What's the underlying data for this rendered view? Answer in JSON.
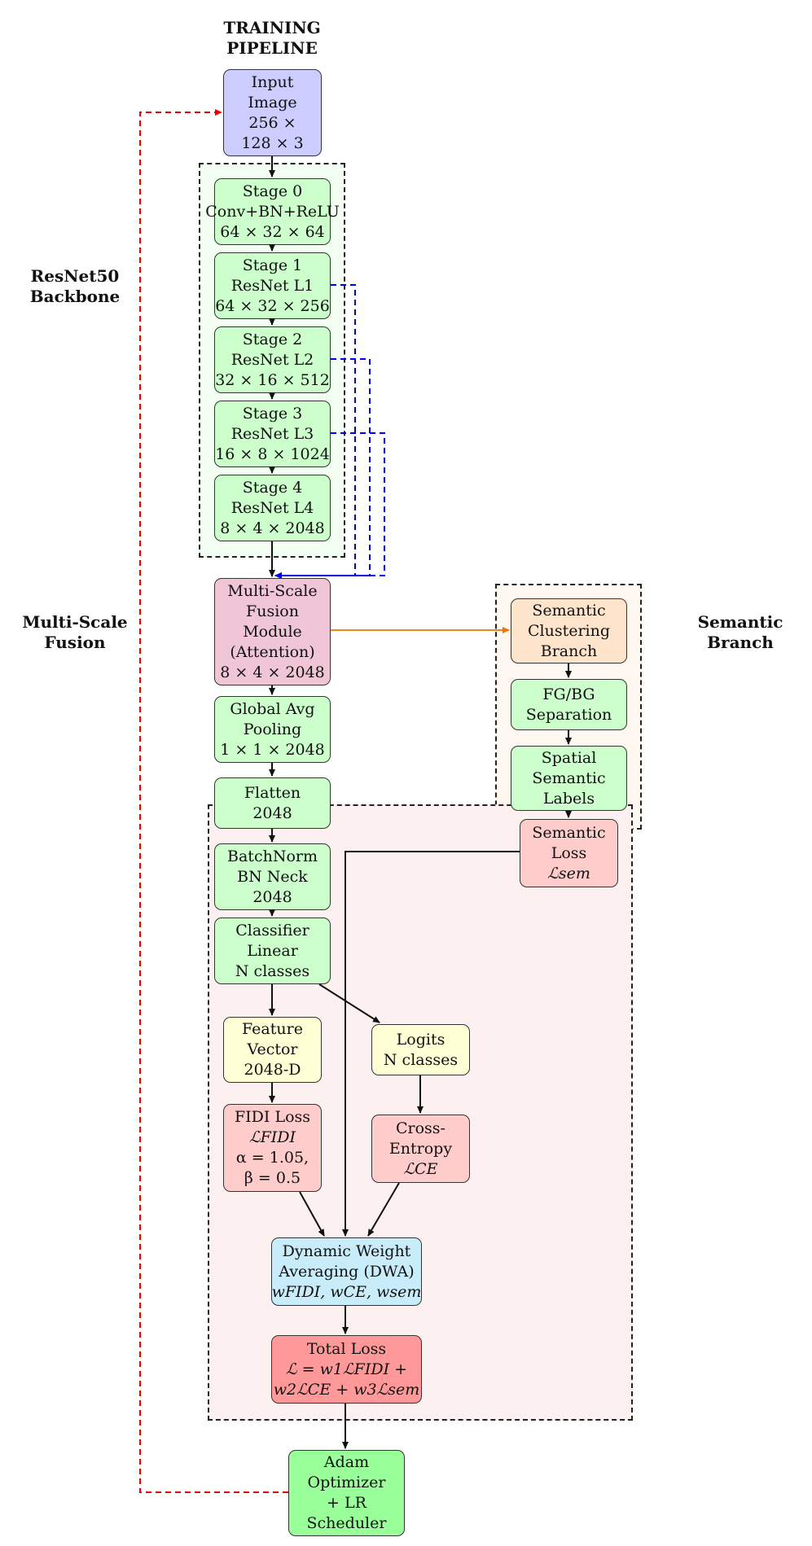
{
  "title": [
    "TRAINING",
    "PIPELINE"
  ],
  "section_labels": {
    "backbone": [
      "ResNet50",
      "Backbone"
    ],
    "fusion": [
      "Multi-Scale",
      "Fusion"
    ],
    "semantic": [
      "Semantic",
      "Branch"
    ]
  },
  "nodes": {
    "input": [
      "Input",
      "Image",
      "256 ×",
      "128 × 3"
    ],
    "stage0": [
      "Stage 0",
      "Conv+BN+ReLU",
      "64 × 32 × 64"
    ],
    "stage1": [
      "Stage 1",
      "ResNet L1",
      "64 × 32 × 256"
    ],
    "stage2": [
      "Stage 2",
      "ResNet L2",
      "32 × 16 × 512"
    ],
    "stage3": [
      "Stage 3",
      "ResNet L3",
      "16 × 8 × 1024"
    ],
    "stage4": [
      "Stage 4",
      "ResNet L4",
      "8 × 4 × 2048"
    ],
    "fusion": [
      "Multi-Scale",
      "Fusion",
      "Module",
      "(Attention)",
      "8 × 4 × 2048"
    ],
    "semantic_clustering": [
      "Semantic",
      "Clustering",
      "Branch"
    ],
    "fgbg": [
      "FG/BG",
      "Separation"
    ],
    "spatial": [
      "Spatial",
      "Semantic",
      "Labels"
    ],
    "semantic_loss": [
      "Semantic",
      "Loss",
      "ℒsem"
    ],
    "gap": [
      "Global Avg",
      "Pooling",
      "1 × 1 × 2048"
    ],
    "flatten": [
      "Flatten",
      "2048"
    ],
    "bnneck": [
      "BatchNorm",
      "BN Neck",
      "2048"
    ],
    "classifier": [
      "Classifier",
      "Linear",
      "N classes"
    ],
    "feature": [
      "Feature",
      "Vector",
      "2048-D"
    ],
    "logits": [
      "Logits",
      "N classes"
    ],
    "fidi": [
      "FIDI Loss",
      "ℒFIDI",
      "α = 1.05,",
      "β = 0.5"
    ],
    "ce": [
      "Cross-",
      "Entropy",
      "ℒCE"
    ],
    "dwa": [
      "Dynamic Weight",
      "Averaging (DWA)",
      "wFIDI, wCE, wsem"
    ],
    "total": [
      "Total Loss",
      "ℒ = w1ℒFIDI +",
      "w2ℒCE + w3ℒsem"
    ],
    "adam": [
      "Adam",
      "Optimizer",
      "+ LR",
      "Scheduler"
    ]
  },
  "colors": {
    "input": "#ccccff",
    "stage": "#ccffcc",
    "fusion": "#f0c6d6",
    "semantic_branch": "#ffe4cc",
    "feature": "#ffffd6",
    "loss": "#ffcccc",
    "dwa": "#c8ecfa",
    "total": "#ff9999",
    "adam": "#99ff99",
    "skip_arrow": "#0000ee",
    "semantic_arrow": "#ee7700",
    "feedback_arrow": "#ee0000"
  }
}
